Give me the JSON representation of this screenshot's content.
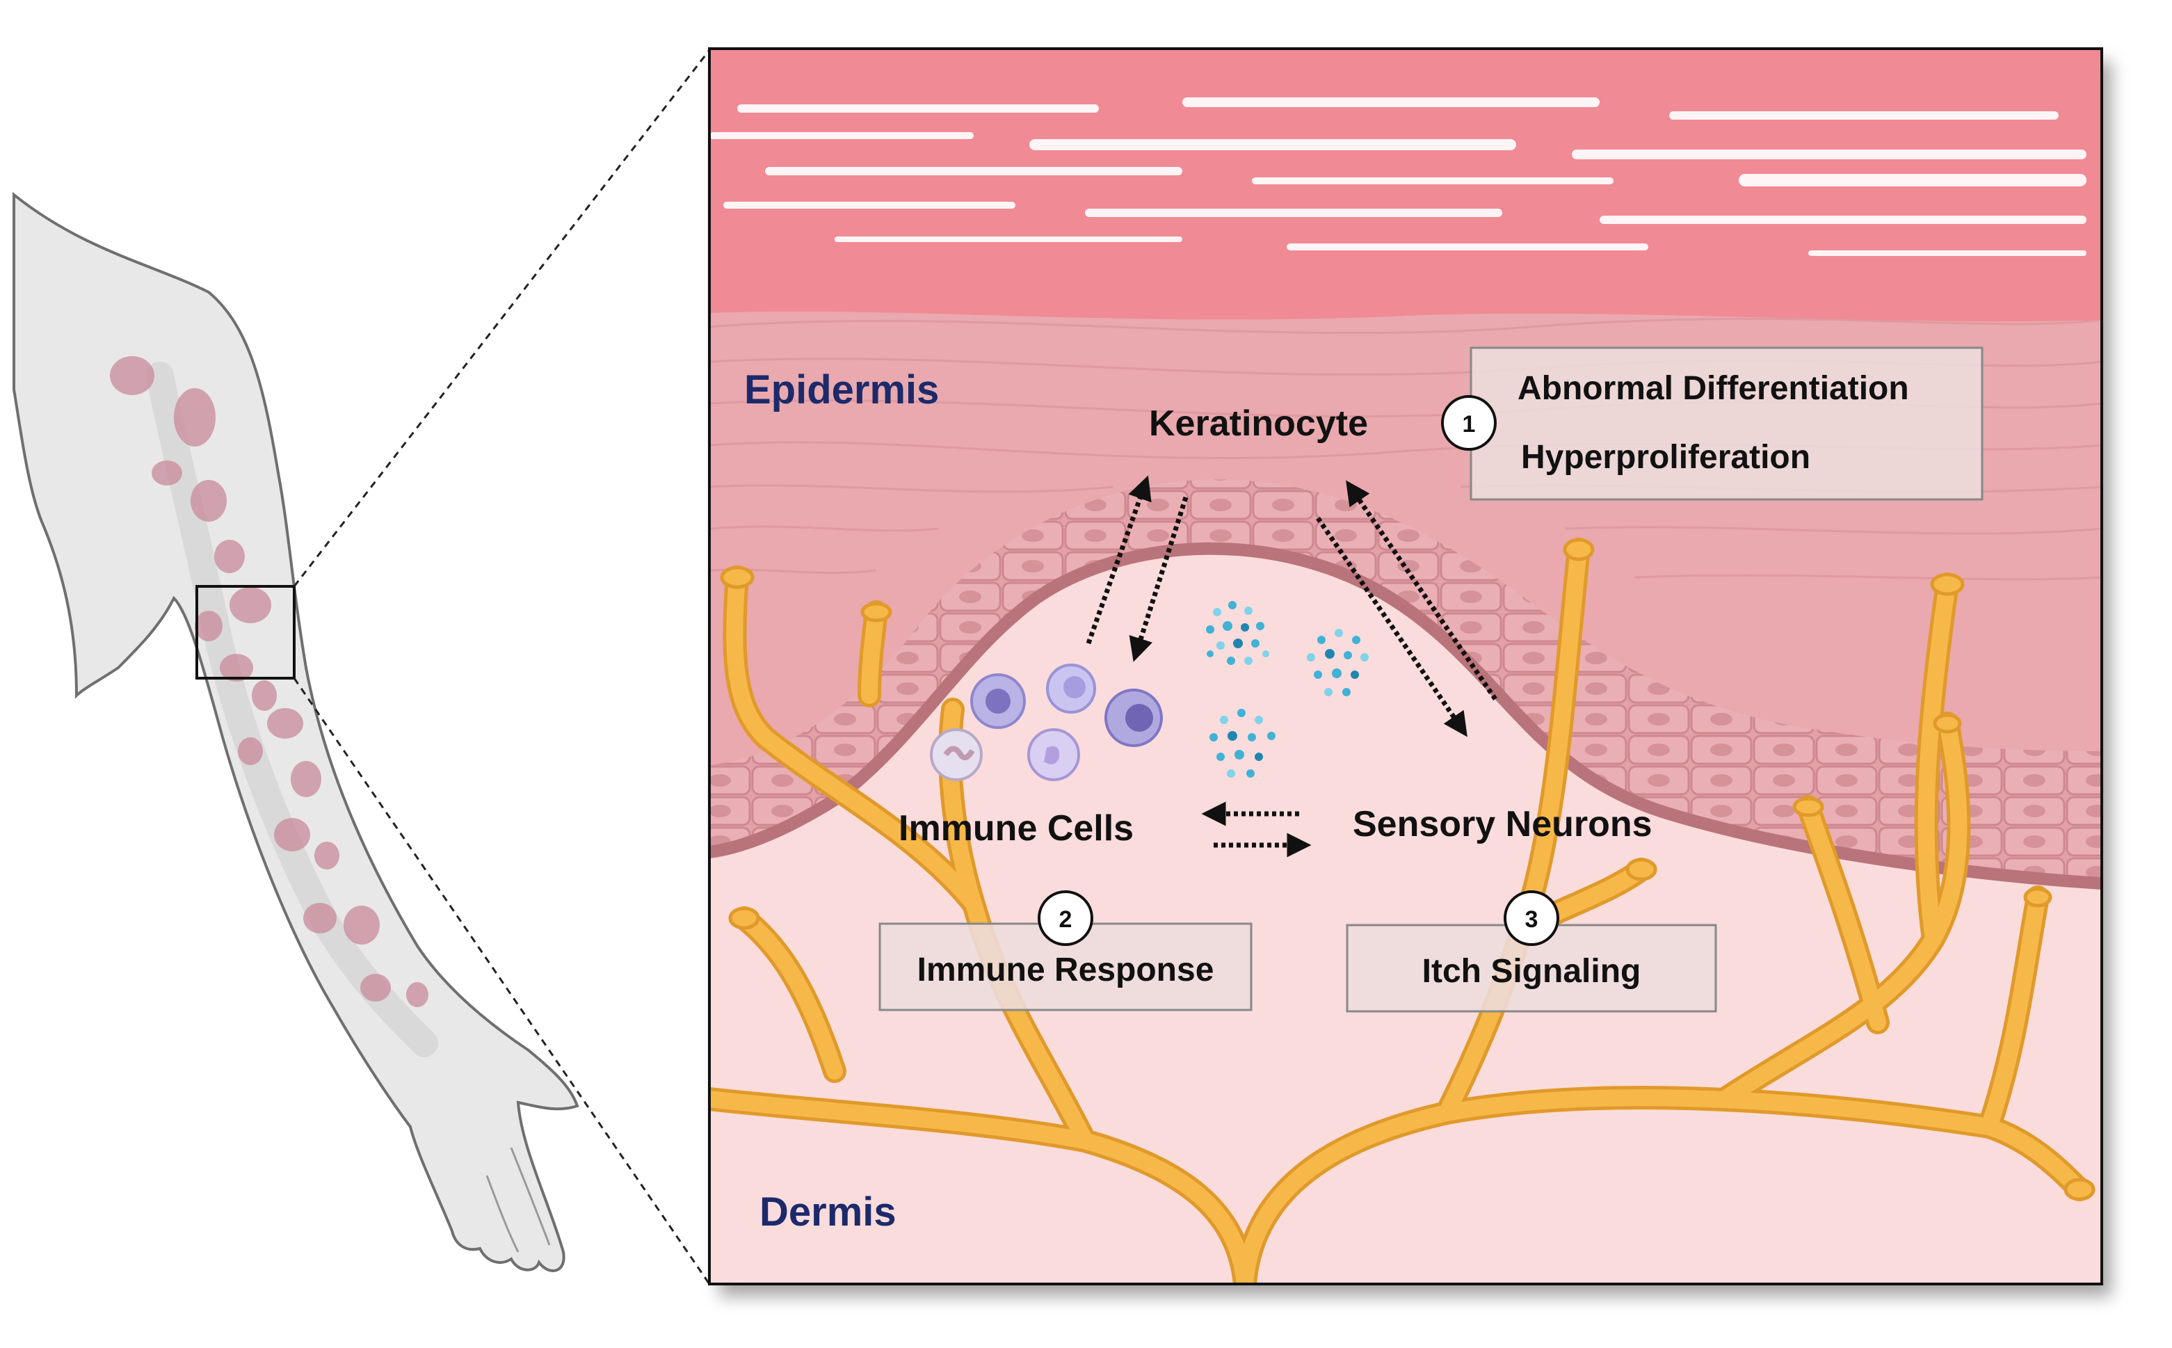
{
  "regions": {
    "epidermis": "Epidermis",
    "dermis": "Dermis"
  },
  "cells": {
    "keratinocyte": "Keratinocyte",
    "immune_cells": "Immune Cells",
    "sensory_neurons": "Sensory Neurons"
  },
  "boxes": {
    "box1": {
      "number": "1",
      "lines": [
        "Abnormal Differentiation",
        "Hyperproliferation"
      ]
    },
    "box2": {
      "number": "2",
      "label": "Immune Response"
    },
    "box3": {
      "number": "3",
      "label": "Itch Signaling"
    }
  },
  "colors": {
    "stratum_corneum": "#f08a94",
    "epidermis": "#e9a9ae",
    "basal_line": "#b9737a",
    "dermis": "#fbdcdc",
    "nerve": "#f7b84a",
    "nerve_outline": "#e09a2a",
    "immune_cell": "#b9b3e6",
    "cytokine": "#3fb2d6",
    "region_text": "#1c2a6b",
    "box_fill": "#eddcdc",
    "box_stroke": "#888888"
  },
  "icons": [
    "arm-illustration",
    "psoriasis-plaque-icon",
    "immune-cell-icon",
    "cytokine-cluster-icon",
    "nerve-fiber-icon",
    "dotted-arrow-icon"
  ]
}
